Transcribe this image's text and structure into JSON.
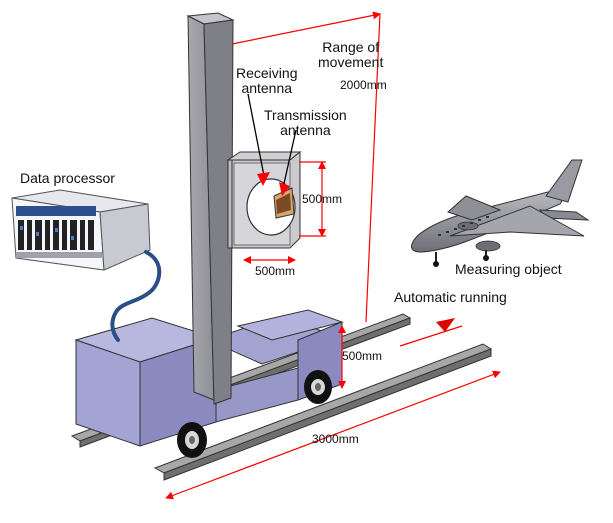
{
  "labels": {
    "range_line1": "Range of",
    "range_line2": "movement",
    "range_value": "2000mm",
    "receiving_line1": "Receiving",
    "receiving_line2": "antenna",
    "transmission_line1": "Transmission",
    "transmission_line2": "antenna",
    "box_height": "500mm",
    "box_width": "500mm",
    "data_processor": "Data processor",
    "measuring_object": "Measuring object",
    "automatic_running": "Automatic running",
    "cart_height": "500mm",
    "rail_length": "3000mm"
  },
  "colors": {
    "dimension_line": "#ff0000",
    "arrow_marker": "#dd0000",
    "cart_fill": "#9a9acc",
    "column_fill": "#9f9fa6",
    "rail_fill": "#8b8b8b",
    "cable": "#2a4f86",
    "aircraft": "#8c8c94"
  },
  "icons": {
    "receiver_arrow": "red-arrow-icon",
    "transmitter_arrow": "red-arrow-icon",
    "direction_marker": "red-triangle-icon"
  }
}
